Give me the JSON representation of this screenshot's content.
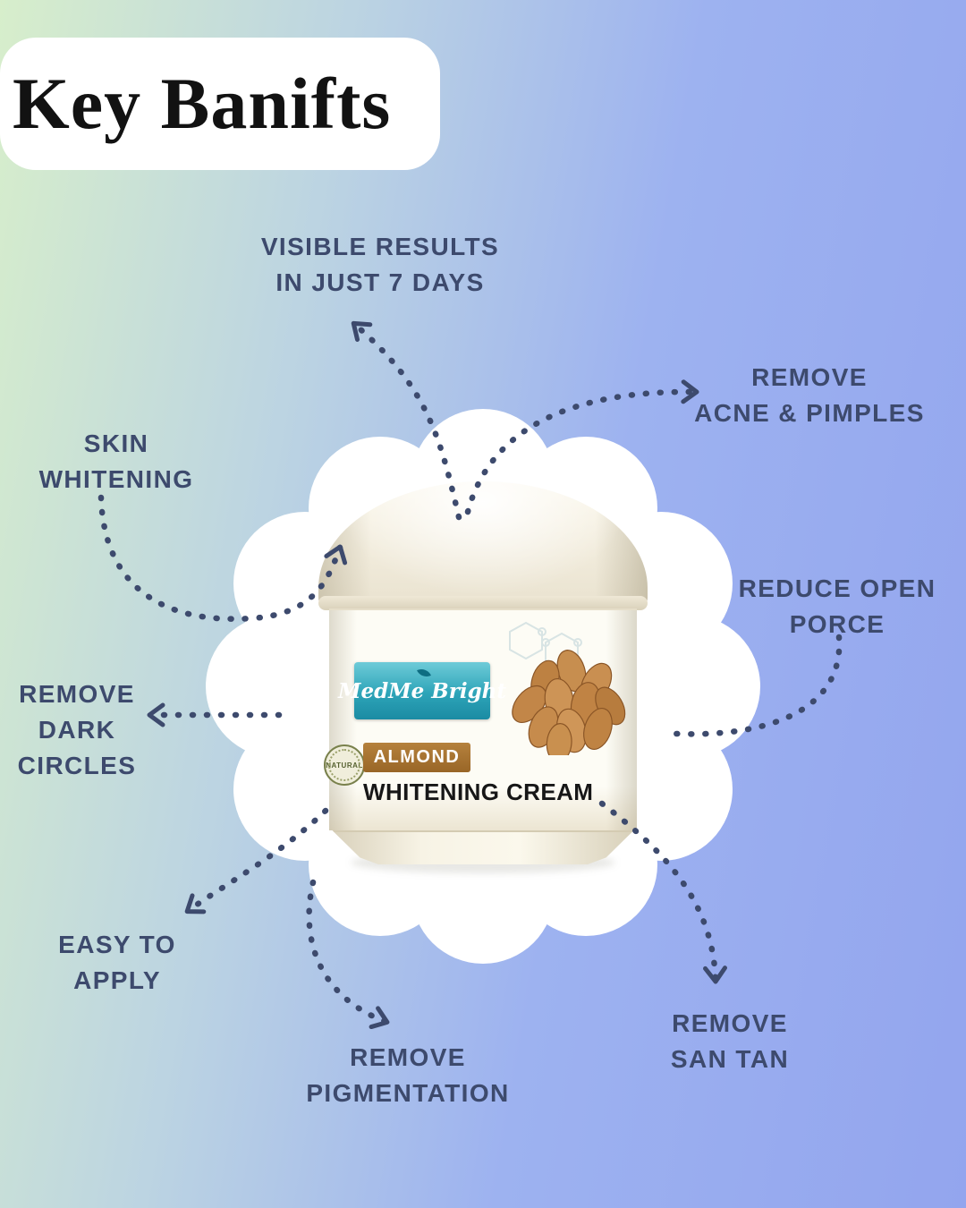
{
  "page": {
    "title": "Key Banifts",
    "background_colors": [
      "#d7eecb",
      "#93a5ee"
    ],
    "accent_color": "#3d4a6d",
    "card_color": "#ffffff"
  },
  "product": {
    "brand": "MedMe Bright",
    "badge": "NATURAL",
    "variant": "ALMOND",
    "type": "WHITENING CREAM",
    "colors": {
      "logo_teal": "#2da4b8",
      "tag_brown": "#a57532",
      "jar_ivory": "#f6f1e2",
      "almond_brown": "#c78e4f"
    }
  },
  "benefits": {
    "visible_results": {
      "line1": "VISIBLE RESULTS",
      "line2": "IN JUST 7 DAYS"
    },
    "acne_pimples": {
      "line1": "REMOVE",
      "line2": "ACNE & PIMPLES"
    },
    "skin_whitening": {
      "line1": "SKIN",
      "line2": "WHITENING"
    },
    "open_pores": {
      "line1": "REDUCE OPEN",
      "line2": "PORCE"
    },
    "dark_circles": {
      "line1": "REMOVE",
      "line2": "DARK",
      "line3": "CIRCLES"
    },
    "easy_apply": {
      "line1": "EASY TO",
      "line2": "APPLY"
    },
    "pigmentation": {
      "line1": "REMOVE",
      "line2": "PIGMENTATION"
    },
    "sun_tan": {
      "line1": "REMOVE",
      "line2": "SAN TAN"
    }
  }
}
